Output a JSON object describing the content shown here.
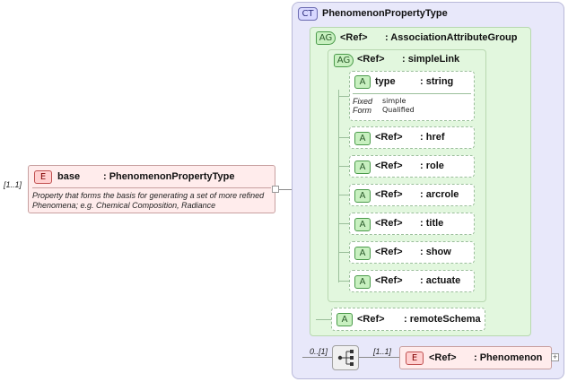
{
  "base_element": {
    "occurrence": "[1..1]",
    "badge": "E",
    "name": "base",
    "type": ": PhenomenonPropertyType",
    "doc_line1": "Property that forms the basis for generating a set of more refined",
    "doc_line2": "Phenomena; e.g. Chemical Composition, Radiance"
  },
  "complex_type": {
    "badge": "CT",
    "name": "PhenomenonPropertyType"
  },
  "attribute_group": {
    "badge": "AG",
    "ref": "<Ref>",
    "type": ": AssociationAttributeGroup"
  },
  "simple_link": {
    "badge": "AG",
    "ref": "<Ref>",
    "type": ": simpleLink"
  },
  "type_attr": {
    "badge": "A",
    "name": "type",
    "type": ": string",
    "fixed_label": "Fixed",
    "fixed_value": "simple",
    "form_label": "Form",
    "form_value": "Qualified"
  },
  "attributes": [
    {
      "badge": "A",
      "ref": "<Ref>",
      "type": ": href"
    },
    {
      "badge": "A",
      "ref": "<Ref>",
      "type": ": role"
    },
    {
      "badge": "A",
      "ref": "<Ref>",
      "type": ": arcrole"
    },
    {
      "badge": "A",
      "ref": "<Ref>",
      "type": ": title"
    },
    {
      "badge": "A",
      "ref": "<Ref>",
      "type": ": show"
    },
    {
      "badge": "A",
      "ref": "<Ref>",
      "type": ": actuate"
    }
  ],
  "remote_schema": {
    "badge": "A",
    "ref": "<Ref>",
    "type": ": remoteSchema"
  },
  "sequence": {
    "occurrence": "0..[1]",
    "child_occurrence": "[1..1]",
    "child_badge": "E",
    "child_ref": "<Ref>",
    "child_type": ": Phenomenon",
    "expand_symbol": "+"
  },
  "colors": {
    "ct_fill": "#e8e8fa",
    "ag_fill": "#e2f7de",
    "attr_border": "#9bbf9b",
    "element_fill": "#ffecec"
  }
}
